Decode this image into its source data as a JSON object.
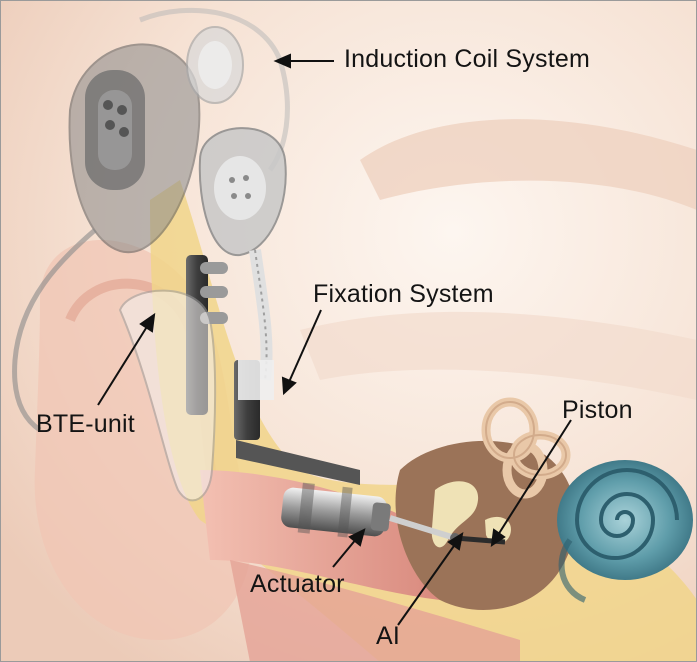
{
  "labels": {
    "induction_coil": "Induction Coil System",
    "fixation": "Fixation System",
    "bte_unit": "BTE-unit",
    "piston": "Piston",
    "actuator": "Actuator",
    "ai": "AI"
  },
  "colors": {
    "skin": "#f4dccd",
    "skin_light": "#fbefe7",
    "ear_canal": "#e7a9a0",
    "bone": "#f1d58a",
    "cochlea": "#3f7e8f",
    "cochlea_light": "#7fb5c0",
    "semicircular_canal": "#e9c8a8",
    "middle_ear": "#9b7358",
    "device_dark": "#4a4a4a",
    "device_light": "#d4d4d4",
    "label_text": "#141414"
  }
}
